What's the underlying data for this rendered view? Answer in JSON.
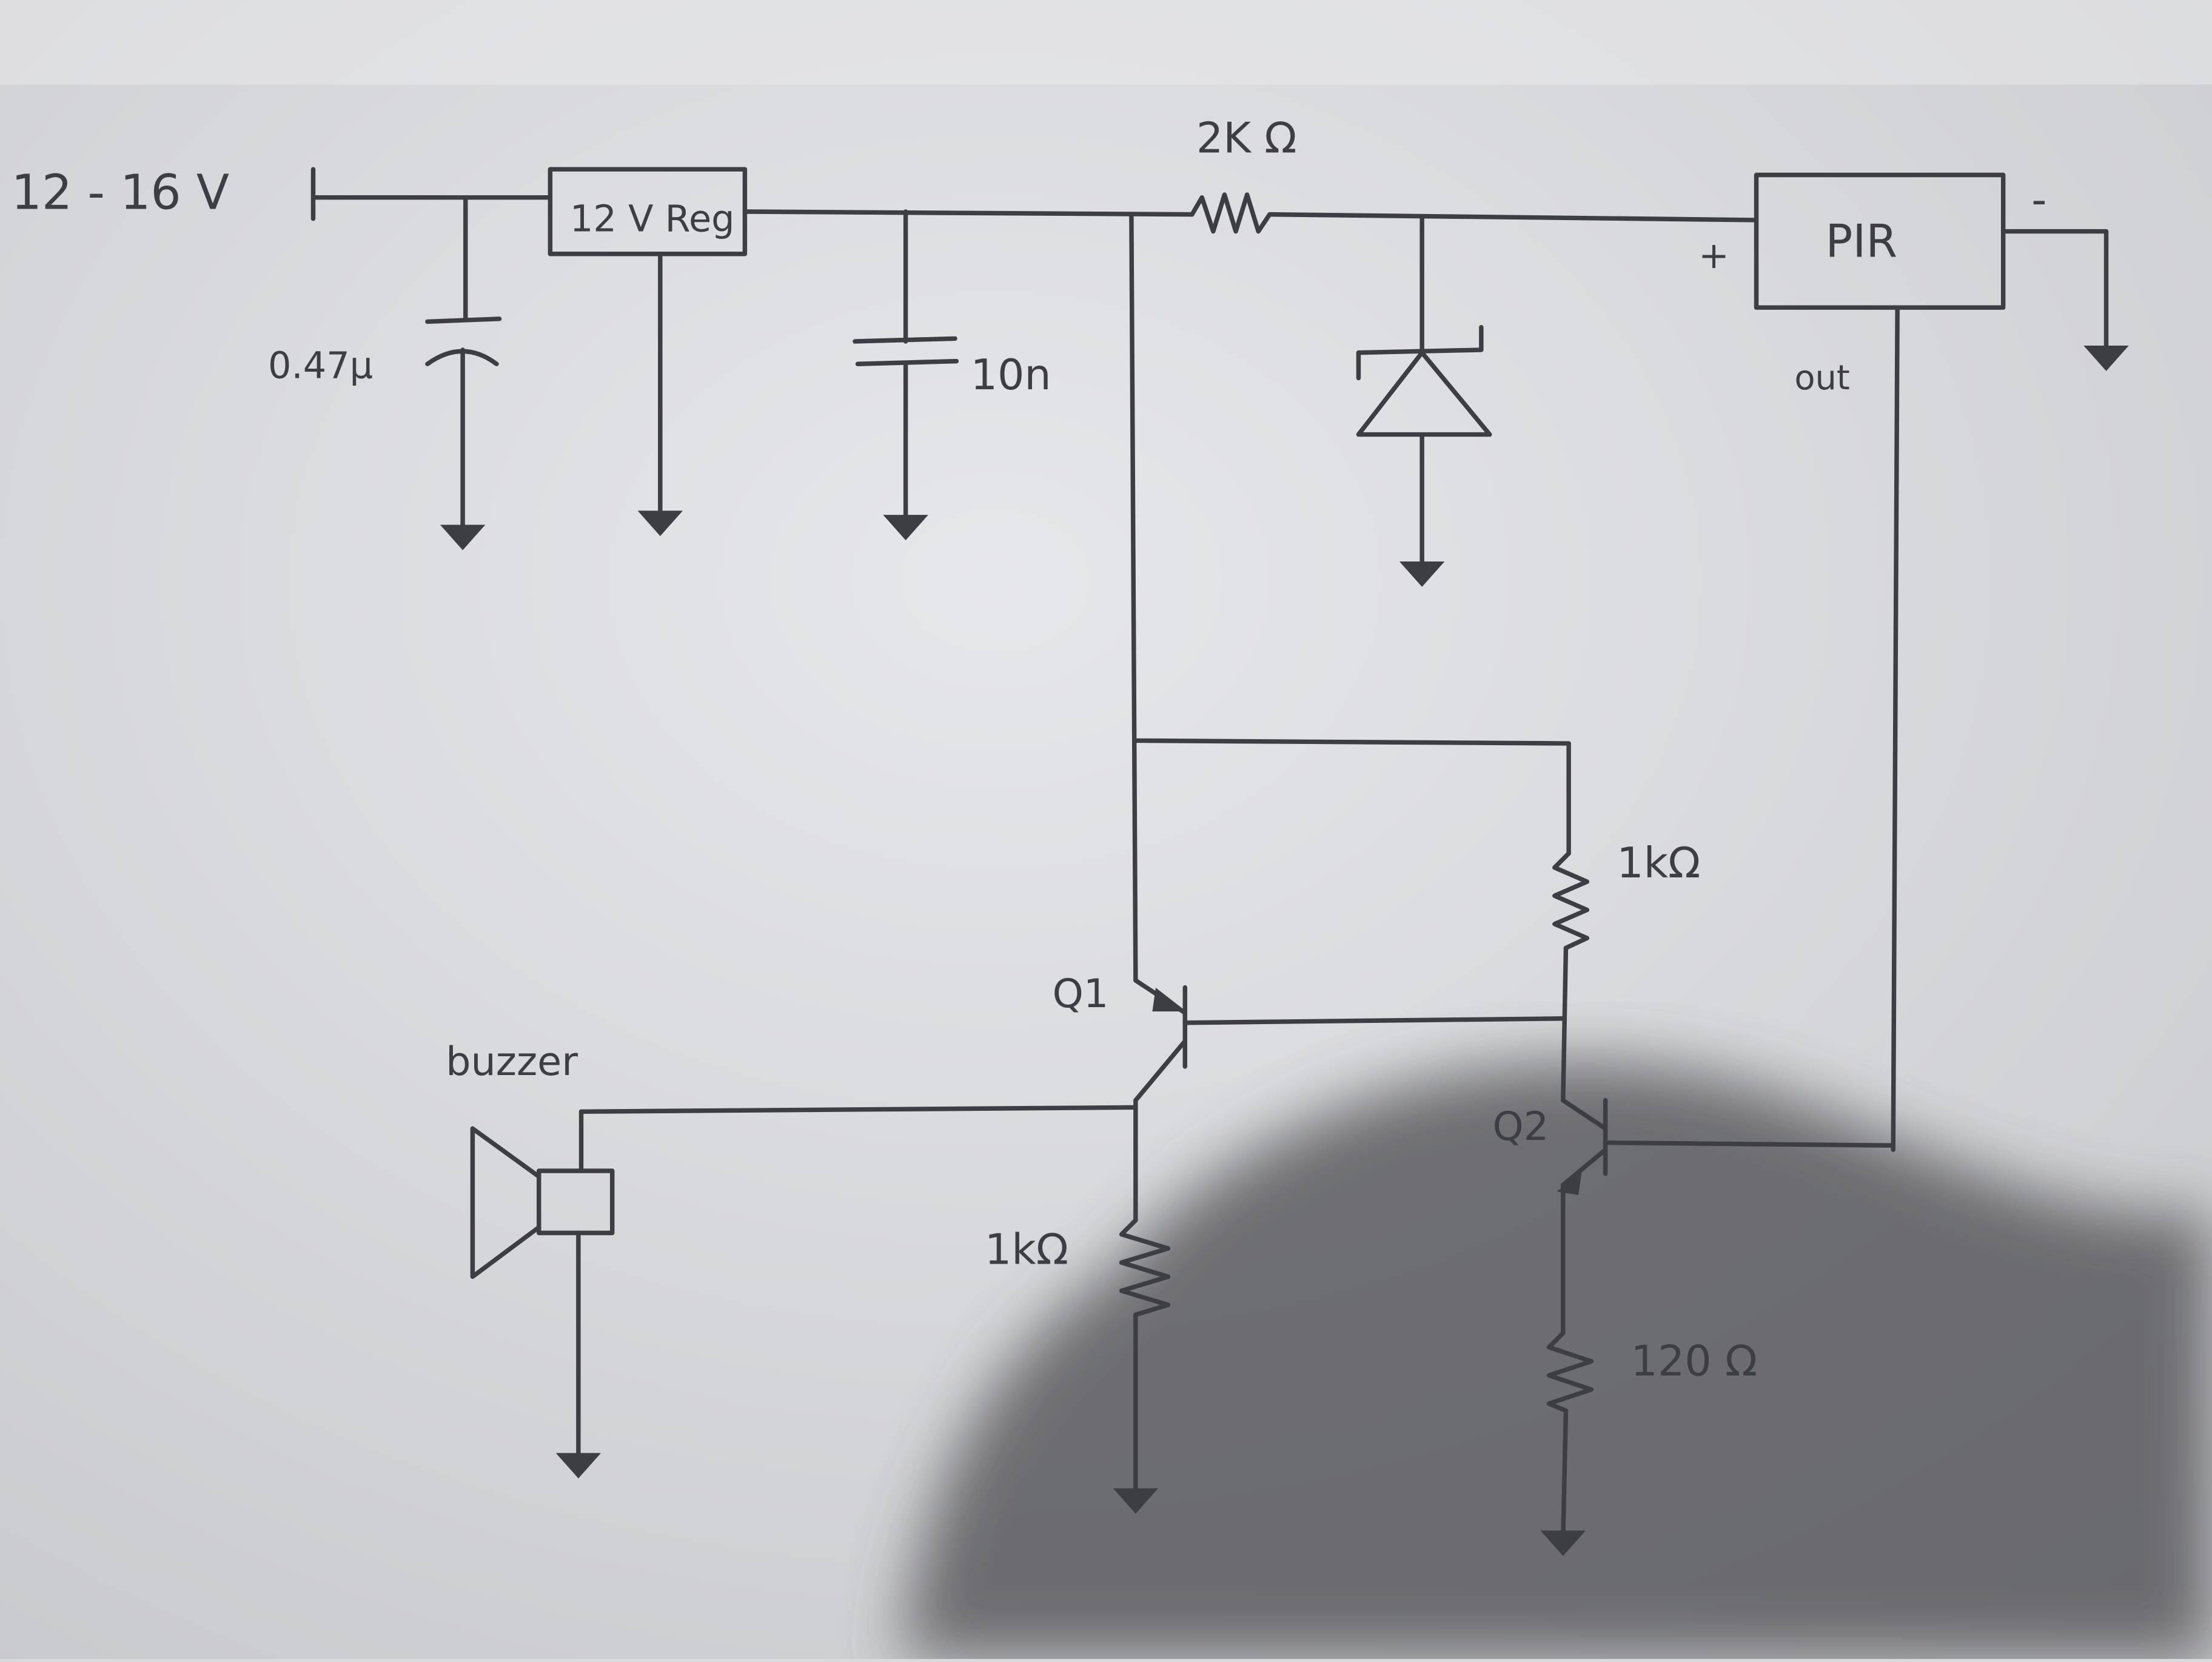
{
  "diagram": {
    "type": "hand-drawn circuit schematic",
    "ink_color": "#3c3e44",
    "paper_color": "#dcdde0",
    "labels": {
      "supply": "12 - 16 V",
      "regulator": "12 V Reg",
      "cap_small": "0.47μ",
      "cap_large": "10n",
      "resistor_2k": "2K Ω",
      "pir": "PIR",
      "pir_plus": "+",
      "pir_minus": "-",
      "pir_out": "out",
      "resistor_1k_top": "1kΩ",
      "q1": "Q1",
      "q2": "Q2",
      "buzzer": "buzzer",
      "resistor_1k_bottom": "1kΩ",
      "resistor_120": "120 Ω"
    }
  }
}
